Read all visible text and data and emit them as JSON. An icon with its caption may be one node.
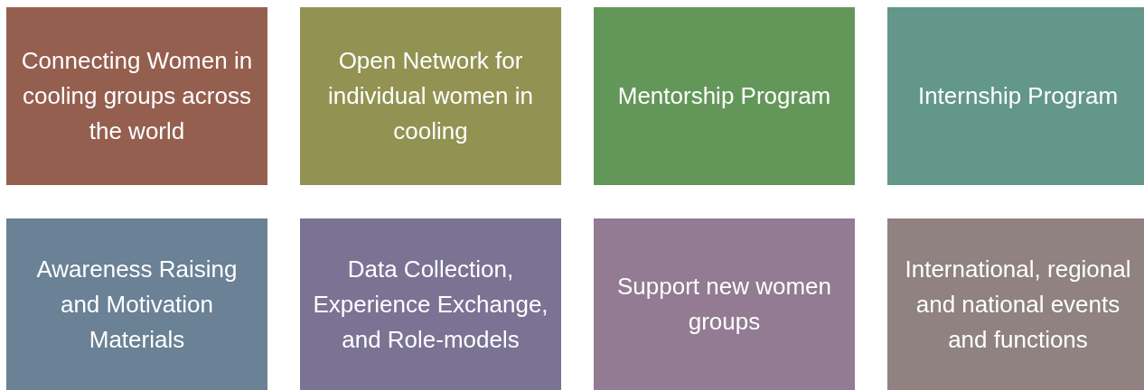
{
  "diagram": {
    "nodes": [
      {
        "text": [
          "Connecting Women in cooling groups across the world"
        ]
      },
      {
        "text": [
          "Open Network for individual women in cooling"
        ]
      },
      {
        "text": [
          "Mentorship Program"
        ]
      },
      {
        "text": [
          "Internship Program"
        ]
      },
      {
        "text": [
          "Awareness Raising and Motivation Materials"
        ]
      },
      {
        "text": [
          "Data Collection, Experience Exchange, and Role-models"
        ]
      },
      {
        "text": [
          "Support new women groups"
        ]
      },
      {
        "text": [
          "International, regional and national events and functions"
        ]
      }
    ]
  }
}
